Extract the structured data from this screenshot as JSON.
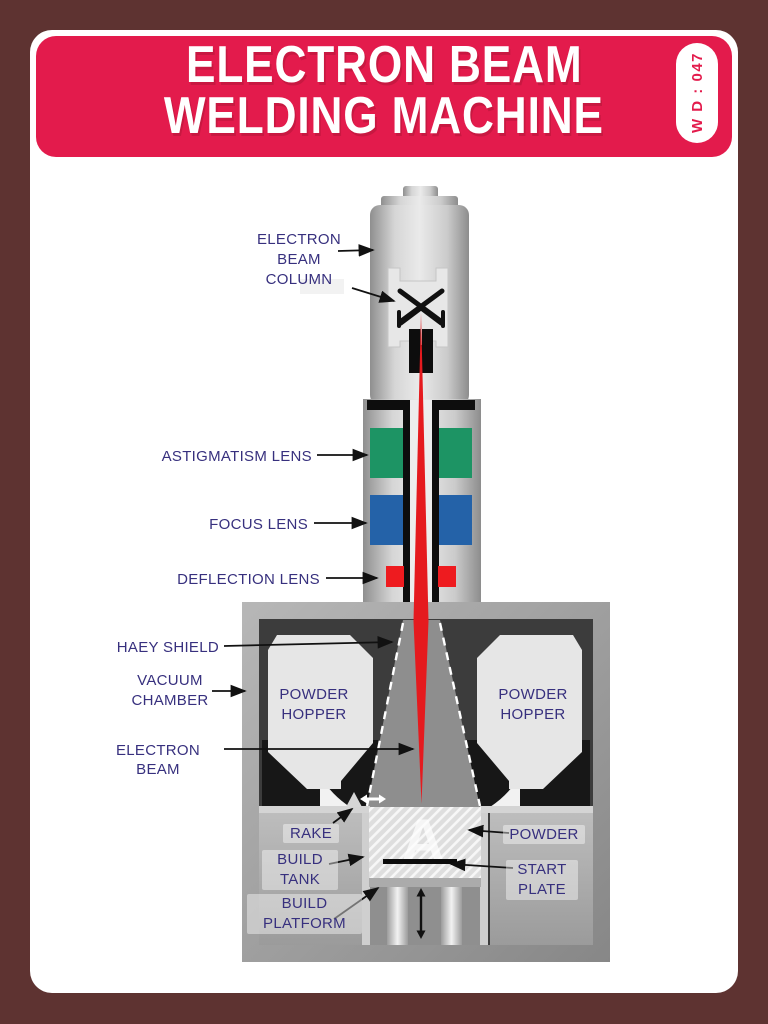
{
  "page": {
    "border_color": "#5e3331",
    "card_color": "#ffffff"
  },
  "header": {
    "title_line1": "ELECTRON BEAM",
    "title_line2": "WELDING MACHINE",
    "badge": "W D : 047",
    "bg_color": "#e31b4c",
    "text_color": "#ffffff"
  },
  "colors": {
    "label_text": "#37307e",
    "astigmatism_lens_green": "#1d9464",
    "focus_lens_blue": "#2462a8",
    "deflection_lens_red": "#ee1b1f",
    "electron_beam_red": "#e51a1e",
    "chamber_dark": "#3c3c3c"
  },
  "callouts": {
    "electron_beam_column": {
      "line1": "ELECTRON BEAM",
      "line2": "COLUMN"
    },
    "astigmatism_lens": {
      "line1": "ASTIGMATISM LENS"
    },
    "focus_lens": {
      "line1": "FOCUS LENS"
    },
    "deflection_lens": {
      "line1": "DEFLECTION LENS"
    },
    "haey_shield": {
      "line1": "HAEY SHIELD"
    },
    "vacuum_chamber": {
      "line1": "VACUUM",
      "line2": "CHAMBER"
    },
    "electron_beam": {
      "line1": "ELECTRON BEAM"
    },
    "powder_hopper_left": {
      "line1": "POWDER",
      "line2": "HOPPER"
    },
    "powder_hopper_right": {
      "line1": "POWDER",
      "line2": "HOPPER"
    },
    "rake": {
      "line1": "RAKE"
    },
    "build_tank": {
      "line1": "BUILD",
      "line2": "TANK"
    },
    "build_platform": {
      "line1": "BUILD",
      "line2": "PLATFORM"
    },
    "powder": {
      "line1": "POWDER"
    },
    "start_plate": {
      "line1": "START",
      "line2": "PLATE"
    }
  },
  "built_part_letter": "A"
}
